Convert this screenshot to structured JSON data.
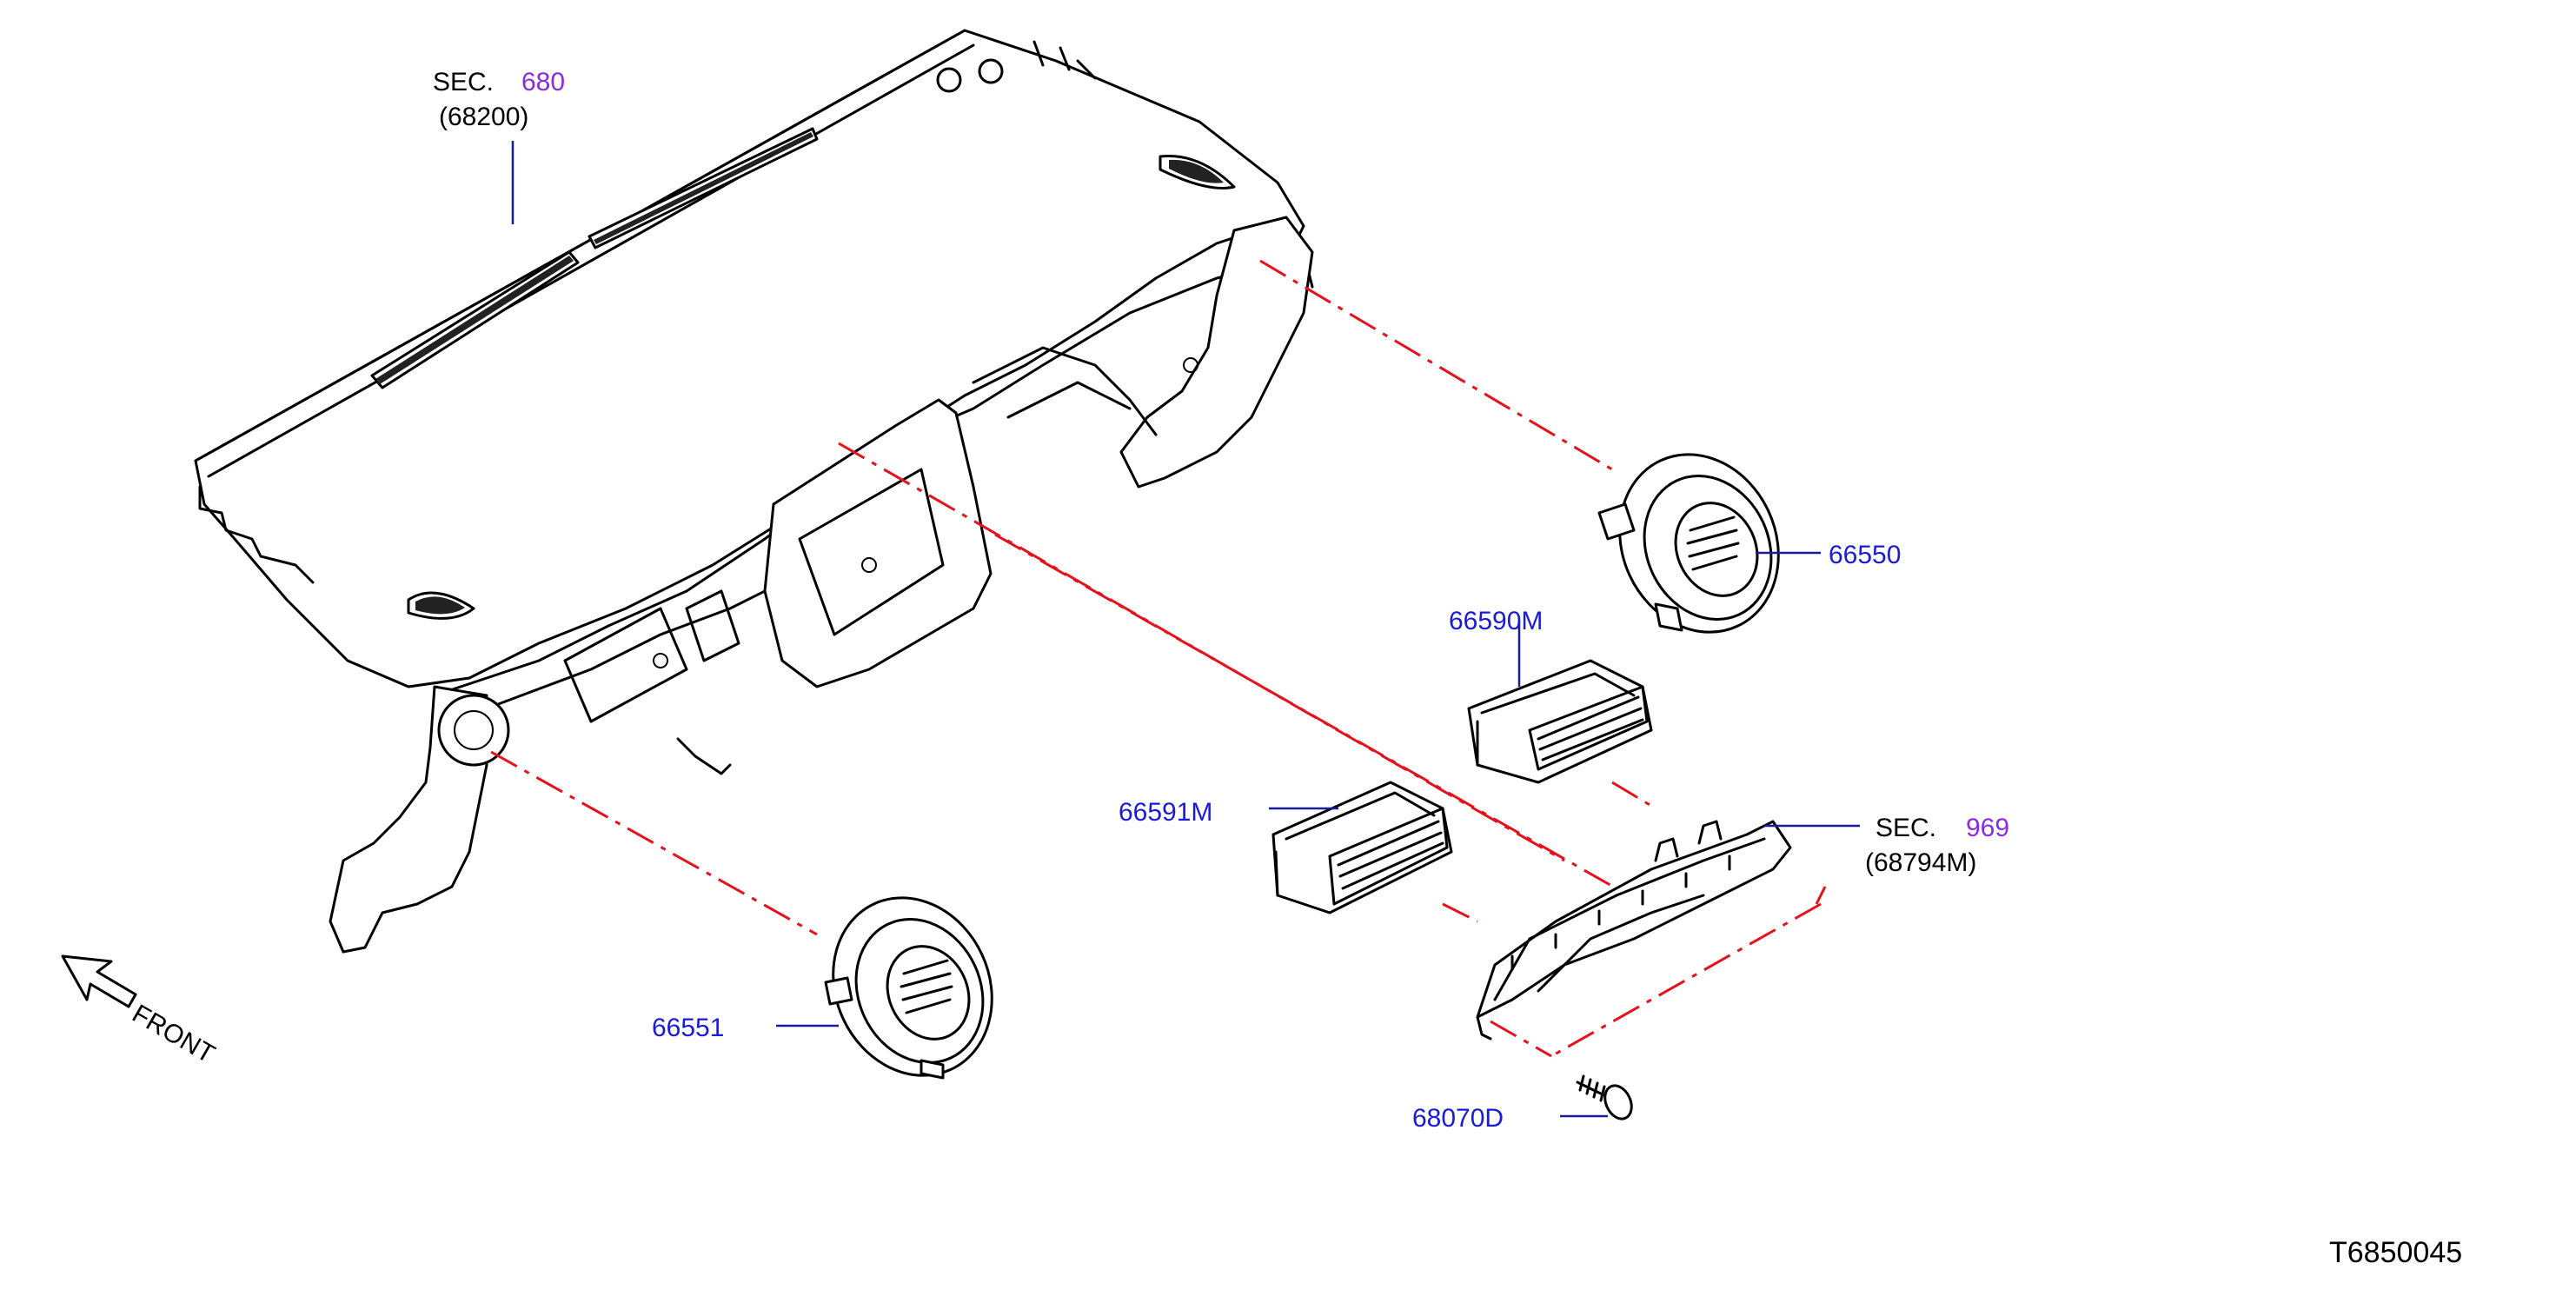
{
  "labels": {
    "sec_680_prefix": "SEC.",
    "sec_680_num": "680",
    "sec_680_sub": "(68200)",
    "part_66550": "66550",
    "part_66590M": "66590M",
    "part_66591M": "66591M",
    "sec_969_prefix": "SEC.",
    "sec_969_num": "969",
    "sec_969_sub": "(68794M)",
    "part_66551": "66551",
    "part_68070D": "68070D",
    "front": "FRONT",
    "drawing_id": "T6850045"
  },
  "colors": {
    "part_number": "#1a1adb",
    "section_number": "#8a2be2",
    "dash_line": "#e8101a",
    "leader_line": "#1a1aa0"
  }
}
